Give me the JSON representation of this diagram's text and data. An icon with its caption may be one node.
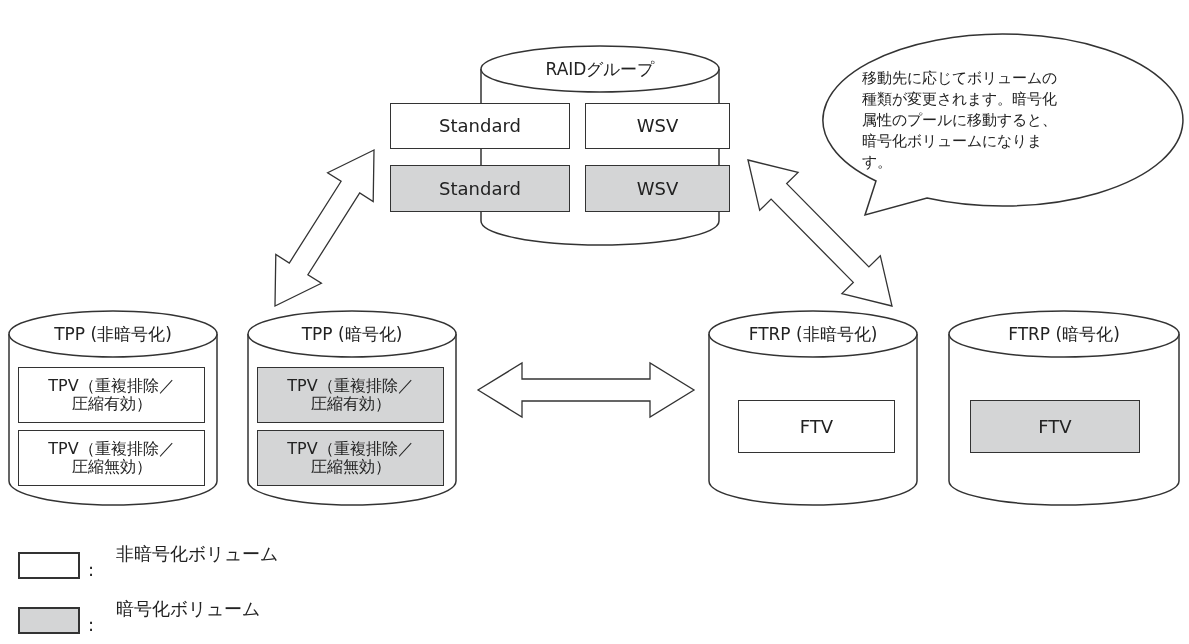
{
  "diagram": {
    "nodes": [
      {
        "text": [
          "RAIDグループ"
        ]
      },
      {
        "text": [
          "Standard"
        ]
      },
      {
        "text": [
          "WSV"
        ]
      },
      {
        "text": [
          "Standard"
        ]
      },
      {
        "text": [
          "WSV"
        ]
      },
      {
        "text": [
          "TPP (非暗号化)"
        ]
      },
      {
        "text": [
          "TPV（重複排除／圧縮有効）"
        ],
        "in": 5
      },
      {
        "text": [
          "TPV（重複排除／圧縮無効）"
        ],
        "in": 5
      },
      {
        "text": [
          "TPP (暗号化)"
        ]
      },
      {
        "text": [
          "TPV（重複排除／圧縮有効）"
        ],
        "in": 8
      },
      {
        "text": [
          "TPV（重複排除／圧縮無効）"
        ],
        "in": 8
      },
      {
        "text": [
          "FTRP (非暗号化)"
        ]
      },
      {
        "text": [
          "FTV"
        ],
        "in": 11
      },
      {
        "text": [
          "FTRP (暗号化)"
        ]
      },
      {
        "text": [
          "FTV"
        ],
        "in": 13
      },
      {
        "text": [
          "移動先に応じてボリュームの種類が変更されます。暗号化属性のプールに移動すると、暗号化ボリュームになります。"
        ]
      }
    ],
    "edges": [
      {
        "from": 0,
        "to": 8,
        "arrow": "both"
      },
      {
        "from": 0,
        "to": 11,
        "arrow": "both"
      },
      {
        "from": 8,
        "to": 11,
        "arrow": "both"
      }
    ],
    "labels": [
      ":",
      ":"
    ],
    "legend": [
      {
        "text": "非暗号化ボリューム",
        "color": "#ffffff"
      },
      {
        "text": "暗号化ボリューム",
        "color": "#d4d5d6"
      }
    ]
  }
}
